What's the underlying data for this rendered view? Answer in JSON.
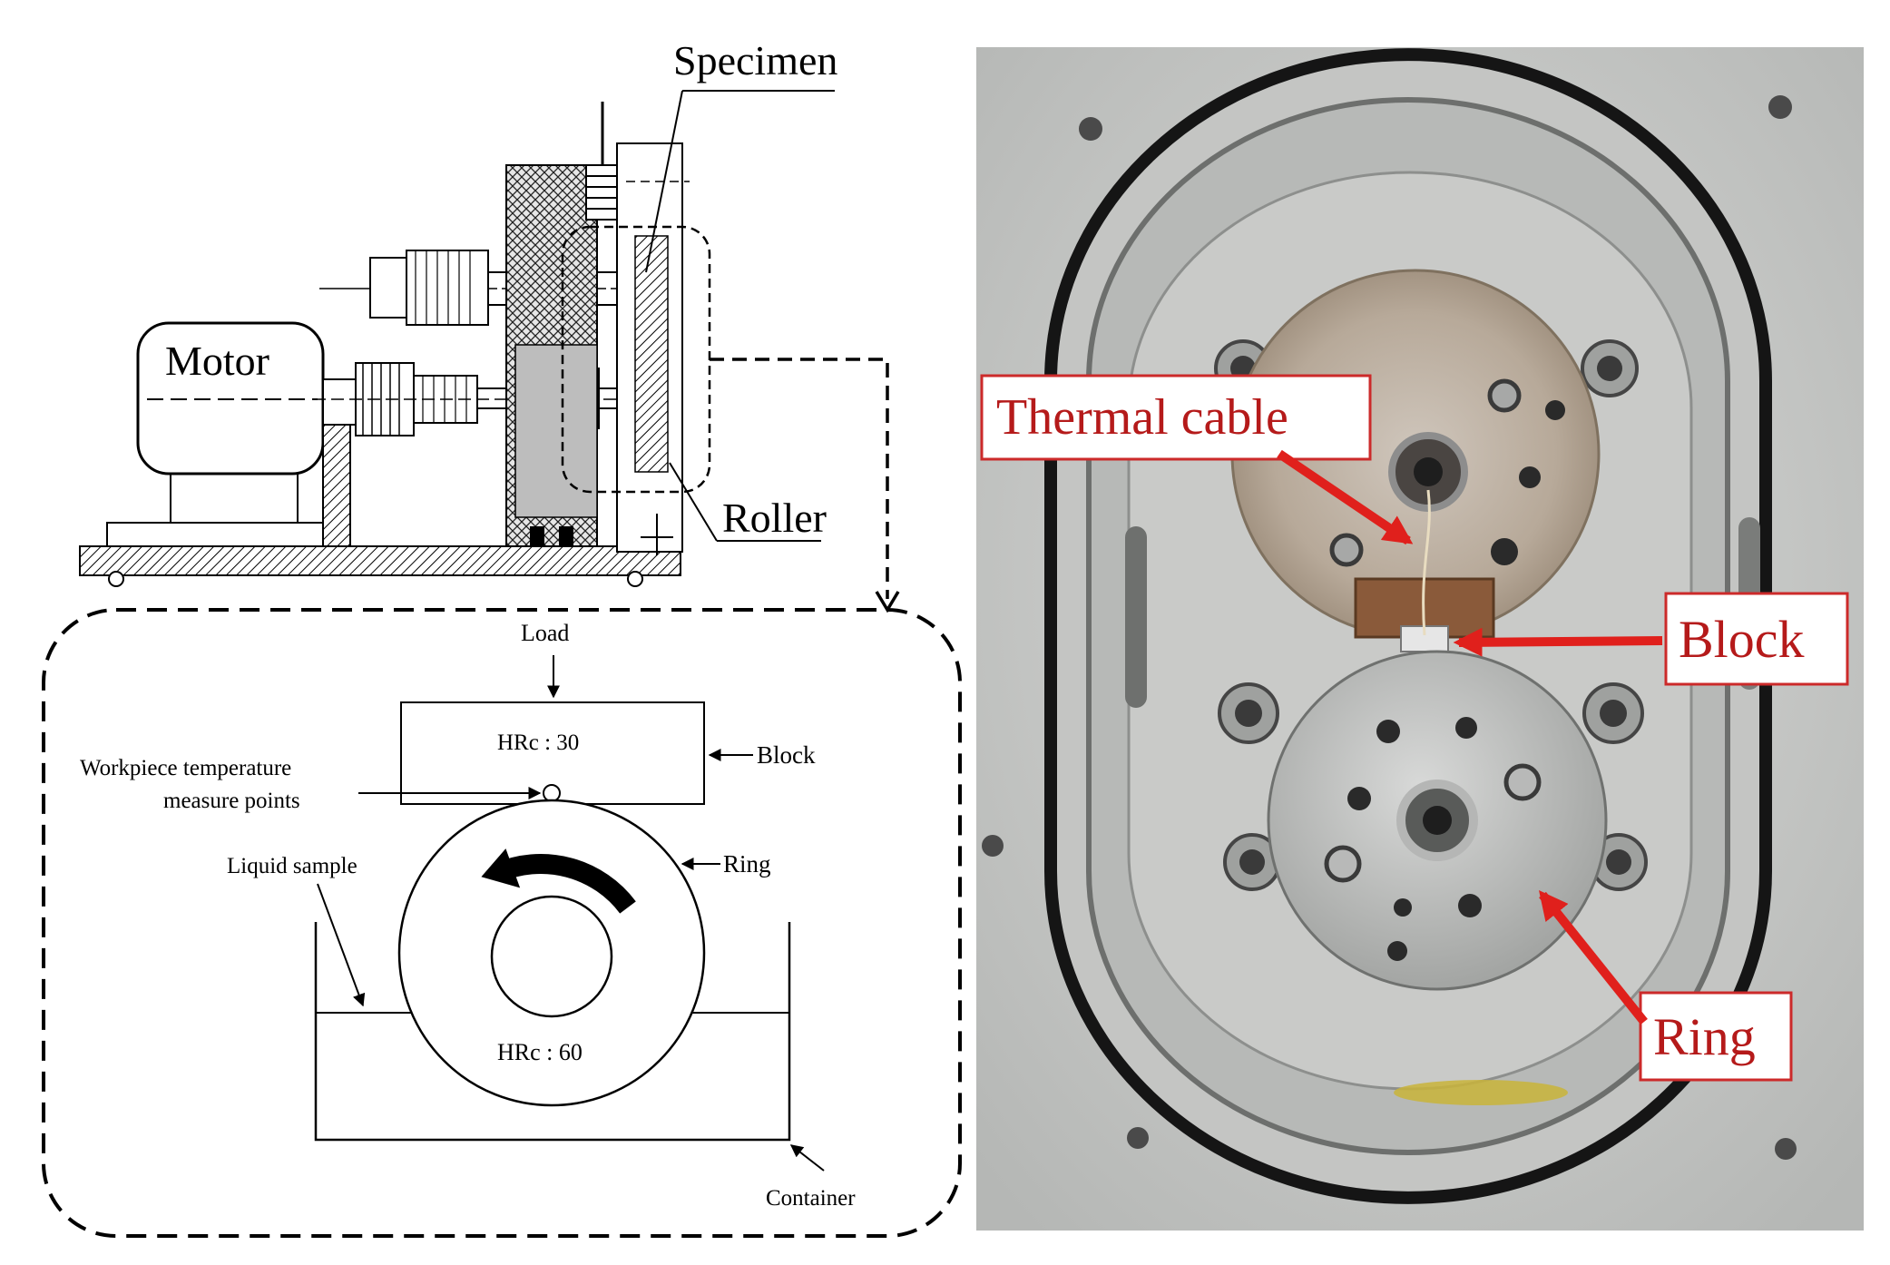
{
  "left_panel": {
    "specimen_label": "Specimen",
    "motor_label": "Motor",
    "roller_label": "Roller",
    "load_label": "Load",
    "block_hardness": "HRc : 30",
    "block_label": "Block",
    "temperature_label_line1": "Workpiece temperature",
    "temperature_label_line2": "measure points",
    "liquid_sample_label": "Liquid sample",
    "ring_label": "Ring",
    "ring_hardness": "HRc : 60",
    "container_label": "Container"
  },
  "right_panel": {
    "thermal_cable_label": "Thermal cable",
    "block_label": "Block",
    "ring_label": "Ring"
  },
  "colors": {
    "annotation_red": "#e0201c",
    "label_text_red": "#b51a1a",
    "line": "#000000",
    "metal_light": "#cfd0cf",
    "metal_dark": "#8f918f",
    "rust": "#8a5a3a"
  }
}
